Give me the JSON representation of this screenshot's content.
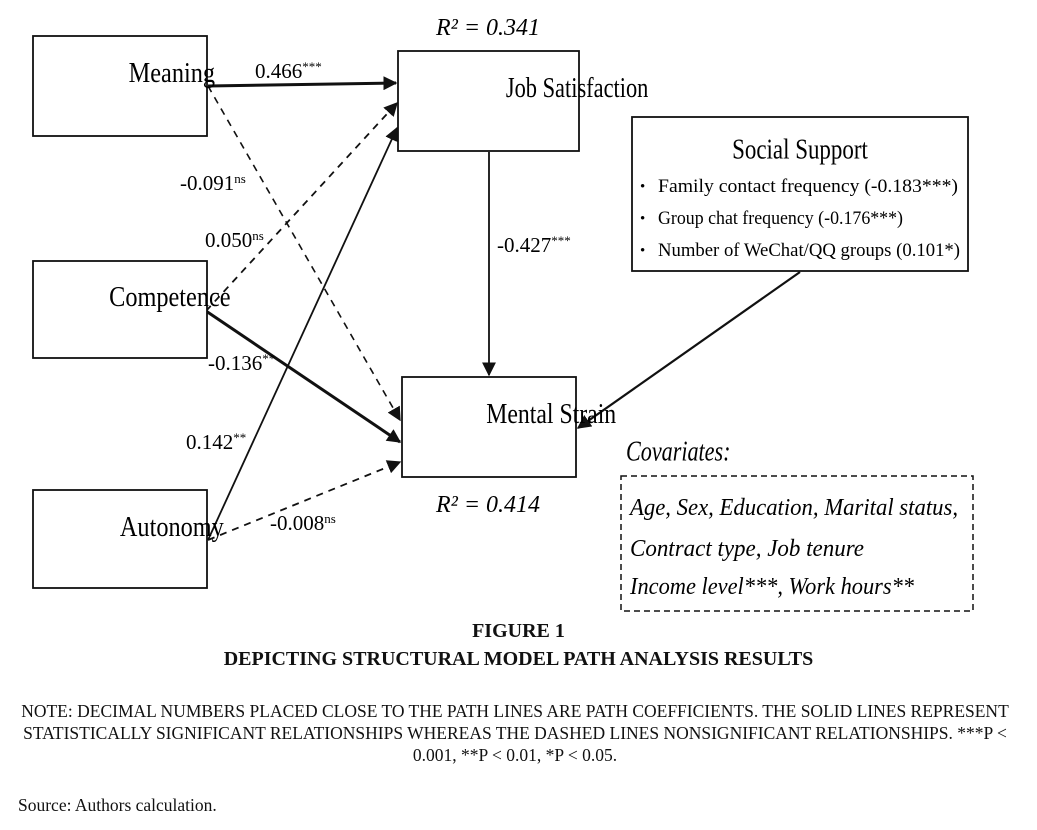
{
  "boxes": {
    "meaning": "Meaning",
    "competence": "Competence",
    "autonomy": "Autonomy",
    "job_satisfaction": "Job Satisfaction",
    "mental_strain": "Mental Strain"
  },
  "r2": {
    "job_satisfaction": "R² = 0.341",
    "mental_strain": "R² = 0.414"
  },
  "paths": {
    "meaning_js": {
      "value": "0.466",
      "sig": "***",
      "significant": true
    },
    "meaning_ms": {
      "value": "-0.091",
      "sig": "ns",
      "significant": false
    },
    "competence_js": {
      "value": "0.050",
      "sig": "ns",
      "significant": false
    },
    "competence_ms": {
      "value": "-0.136",
      "sig": "**",
      "significant": true
    },
    "autonomy_js": {
      "value": "0.142",
      "sig": "**",
      "significant": true
    },
    "autonomy_ms": {
      "value": "-0.008",
      "sig": "ns",
      "significant": false
    },
    "js_ms": {
      "value": "-0.427",
      "sig": "***",
      "significant": true
    }
  },
  "social_support": {
    "title": "Social Support",
    "items": [
      "Family contact frequency (-0.183***)",
      "Group chat frequency (-0.176***)",
      "Number of WeChat/QQ groups (0.101*)"
    ]
  },
  "covariates": {
    "title": "Covariates:",
    "lines": [
      "Age, Sex, Education, Marital status,",
      "Contract type, Job tenure",
      "Income level***, Work hours**"
    ]
  },
  "figure": {
    "label": "FIGURE 1",
    "title": "DEPICTING STRUCTURAL MODEL PATH ANALYSIS RESULTS"
  },
  "note": "NOTE: DECIMAL NUMBERS PLACED CLOSE TO THE PATH LINES ARE PATH COEFFICIENTS. THE SOLID LINES REPRESENT STATISTICALLY SIGNIFICANT RELATIONSHIPS WHEREAS THE DASHED LINES NONSIGNIFICANT RELATIONSHIPS. ***P < 0.001, **P < 0.01, *P < 0.05.",
  "source": "Source: Authors calculation."
}
